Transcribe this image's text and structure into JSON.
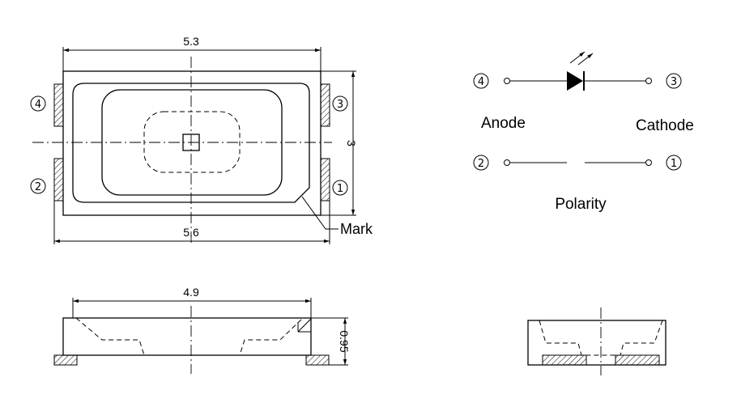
{
  "top_view": {
    "dim_top": "5.3",
    "dim_bottom": "5.6",
    "dim_right": "3",
    "mark_label": "Mark",
    "pins": {
      "p1": "1",
      "p2": "2",
      "p3": "3",
      "p4": "4"
    }
  },
  "side_view": {
    "dim_top": "4.9",
    "dim_right": "0.95"
  },
  "polarity": {
    "anode_label": "Anode",
    "cathode_label": "Cathode",
    "title": "Polarity",
    "pins": {
      "p1": "1",
      "p2": "2",
      "p3": "3",
      "p4": "4"
    }
  }
}
